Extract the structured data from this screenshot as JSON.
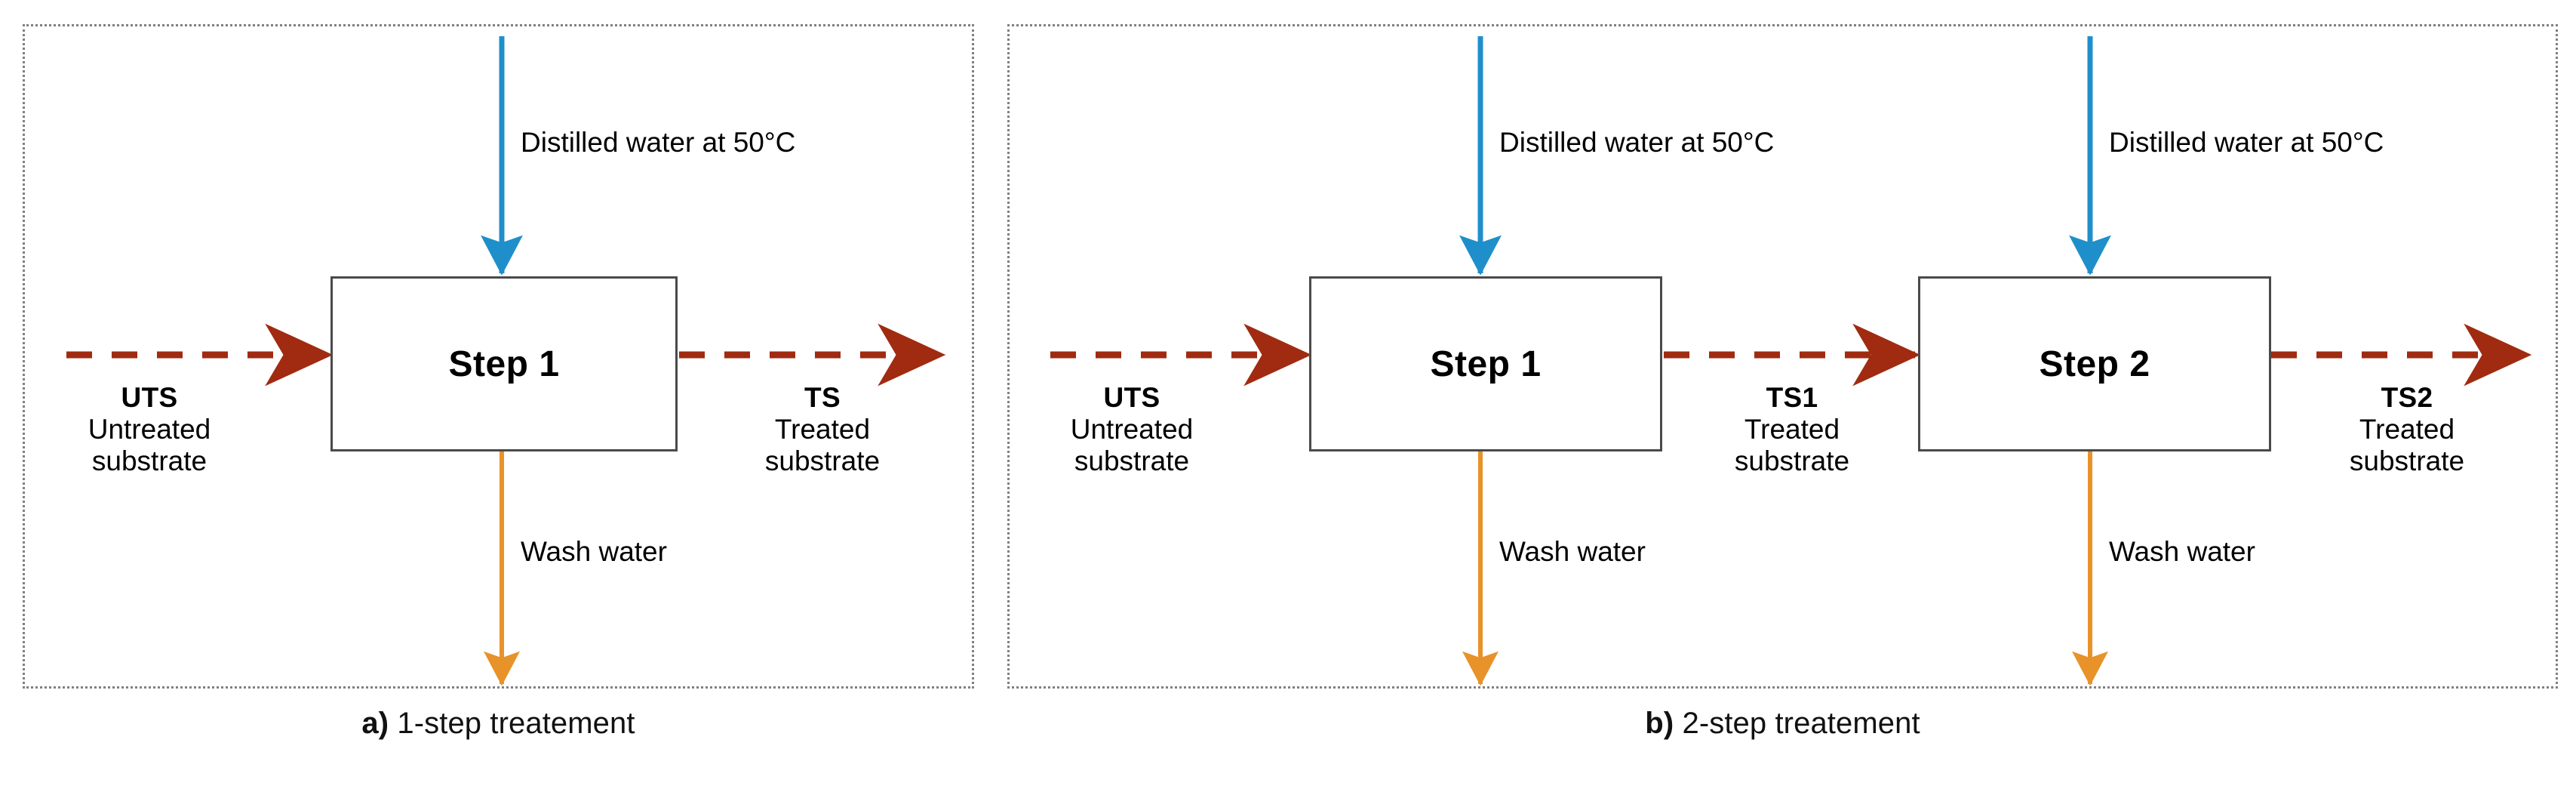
{
  "figure": {
    "type": "process-flow-diagram",
    "colors": {
      "water_inlet": "#1F8FCB",
      "substrate_flow": "#A02B10",
      "wash_water": "#E8922A",
      "box_border": "#4a4a4a",
      "panel_border": "#808080",
      "text": "#000000"
    }
  },
  "panels": [
    {
      "id": "a",
      "caption_prefix": "a)",
      "caption_text": " 1-step treatement",
      "steps": [
        {
          "box_label": "Step 1",
          "inlet_label": "Distilled water at 50°C",
          "outlet_label": "Wash water"
        }
      ],
      "flows": {
        "inlet": {
          "code": "UTS",
          "desc_line1": "Untreated",
          "desc_line2": "substrate"
        },
        "outlet": {
          "code": "TS",
          "desc_line1": "Treated",
          "desc_line2": "substrate"
        }
      }
    },
    {
      "id": "b",
      "caption_prefix": "b)",
      "caption_text": " 2-step treatement",
      "steps": [
        {
          "box_label": "Step 1",
          "inlet_label": "Distilled water at 50°C",
          "outlet_label": "Wash water"
        },
        {
          "box_label": "Step 2",
          "inlet_label": "Distilled water at 50°C",
          "outlet_label": "Wash water"
        }
      ],
      "flows": {
        "inlet": {
          "code": "UTS",
          "desc_line1": "Untreated",
          "desc_line2": "substrate"
        },
        "intermediate": {
          "code": "TS1",
          "desc_line1": "Treated",
          "desc_line2": "substrate"
        },
        "outlet": {
          "code": "TS2",
          "desc_line1": "Treated",
          "desc_line2": "substrate"
        }
      }
    }
  ]
}
